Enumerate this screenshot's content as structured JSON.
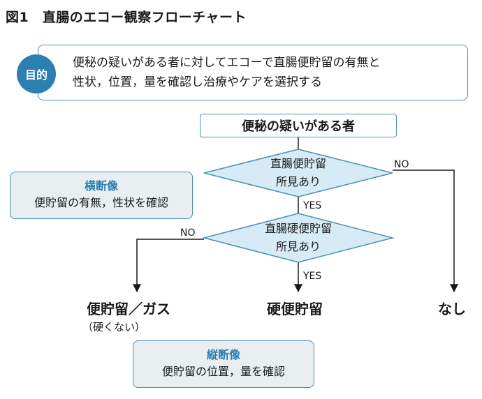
{
  "figure_title": "図1　直腸のエコー観察フローチャート",
  "purpose": {
    "badge": "目的",
    "line1": "便秘の疑いがある者に対してエコーで直腸便貯留の有無と",
    "line2": "性状，位置，量を確認し治療やケアを選択する"
  },
  "start": "便秘の疑いがある者",
  "decision1": {
    "line1": "直腸便貯留",
    "line2": "所見あり",
    "yes": "YES",
    "no": "NO"
  },
  "decision2": {
    "line1": "直腸硬便貯留",
    "line2": "所見あり",
    "yes": "YES",
    "no": "NO"
  },
  "outcomes": {
    "left": "便貯留／ガス",
    "left_sub": "（硬くない）",
    "center": "硬便貯留",
    "right": "なし"
  },
  "transverse": {
    "title": "横断像",
    "body": "便貯留の有無，性状を確認"
  },
  "longitudinal": {
    "title": "縦断像",
    "body": "便貯留の位置，量を確認"
  },
  "colors": {
    "accent_blue": "#2c7fb0",
    "border_blue": "#4a8fb8",
    "diamond_fill": "#d6ebf5",
    "note_fill": "#e9eef1"
  }
}
